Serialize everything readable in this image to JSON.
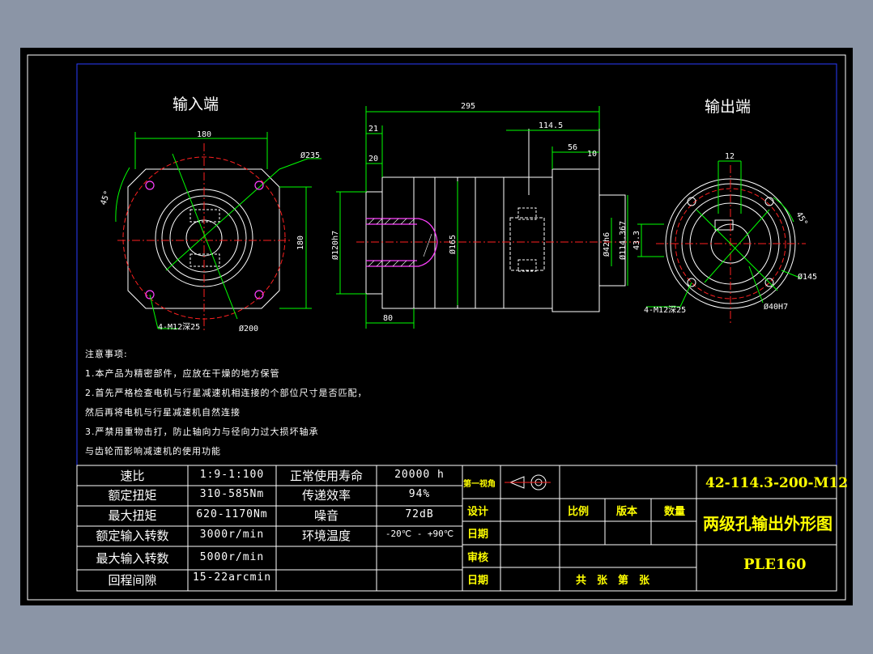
{
  "colors": {
    "background": "#8b95a6",
    "sheet": "#000000",
    "frame_blue": "#2a3cff",
    "line_white": "#ffffff",
    "green": "#00ff00",
    "red": "#ff2020",
    "magenta": "#ff40ff",
    "yellow": "#ffff00"
  },
  "views": {
    "input_label": "输入端",
    "output_label": "输出端"
  },
  "dims": {
    "d180_top": "180",
    "d235": "Ø235",
    "d180_side": "180",
    "d45_left": "45°",
    "bolt_left": "4-M12深25",
    "d200": "Ø200",
    "d295": "295",
    "d21": "21",
    "d20": "20",
    "d114_5": "114.5",
    "d56": "56",
    "d10": "10",
    "d120": "Ø120h7",
    "d165": "Ø165",
    "d42": "Ø42h6",
    "d114_367": "Ø114.367",
    "d80": "80",
    "d12": "12",
    "d45_right": "45°",
    "d43_3": "43.3",
    "d145": "Ø145",
    "d40": "Ø40H7",
    "bolt_right": "4-M12深25"
  },
  "notes": [
    "注意事项:",
    "1.本产品为精密部件，应放在干燥的地方保管",
    "2.首先严格检查电机与行星减速机相连接的个部位尺寸是否匹配，",
    "然后再将电机与行星减速机自然连接",
    "3.严禁用重物击打，防止轴向力与径向力过大损坏轴承",
    "与齿轮而影响减速机的使用功能"
  ],
  "specs": {
    "rows": [
      {
        "label": "速比",
        "value": "1:9-1:100",
        "label2": "正常使用寿命",
        "value2": "20000 h"
      },
      {
        "label": "额定扭矩",
        "value": "310-585Nm",
        "label2": "传递效率",
        "value2": "94%"
      },
      {
        "label": "最大扭矩",
        "value": "620-1170Nm",
        "label2": "噪音",
        "value2": "72dB"
      },
      {
        "label": "额定输入转数",
        "value": "3000r/min",
        "label2": "环境温度",
        "value2": "-20℃ - +90℃"
      },
      {
        "label": "最大输入转数",
        "value": "5000r/min",
        "label2": "",
        "value2": ""
      },
      {
        "label": "回程间隙",
        "value": "15-22arcmin",
        "label2": "",
        "value2": ""
      }
    ]
  },
  "titleblock": {
    "projection": "第一视角",
    "design": "设计",
    "date1": "日期",
    "review": "审核",
    "date2": "日期",
    "scale": "比例",
    "version": "版本",
    "quantity": "数量",
    "sheets": "共　张　第　张",
    "code": "42-114.3-200-M12",
    "name": "两级孔输出外形图",
    "model": "PLE160"
  }
}
